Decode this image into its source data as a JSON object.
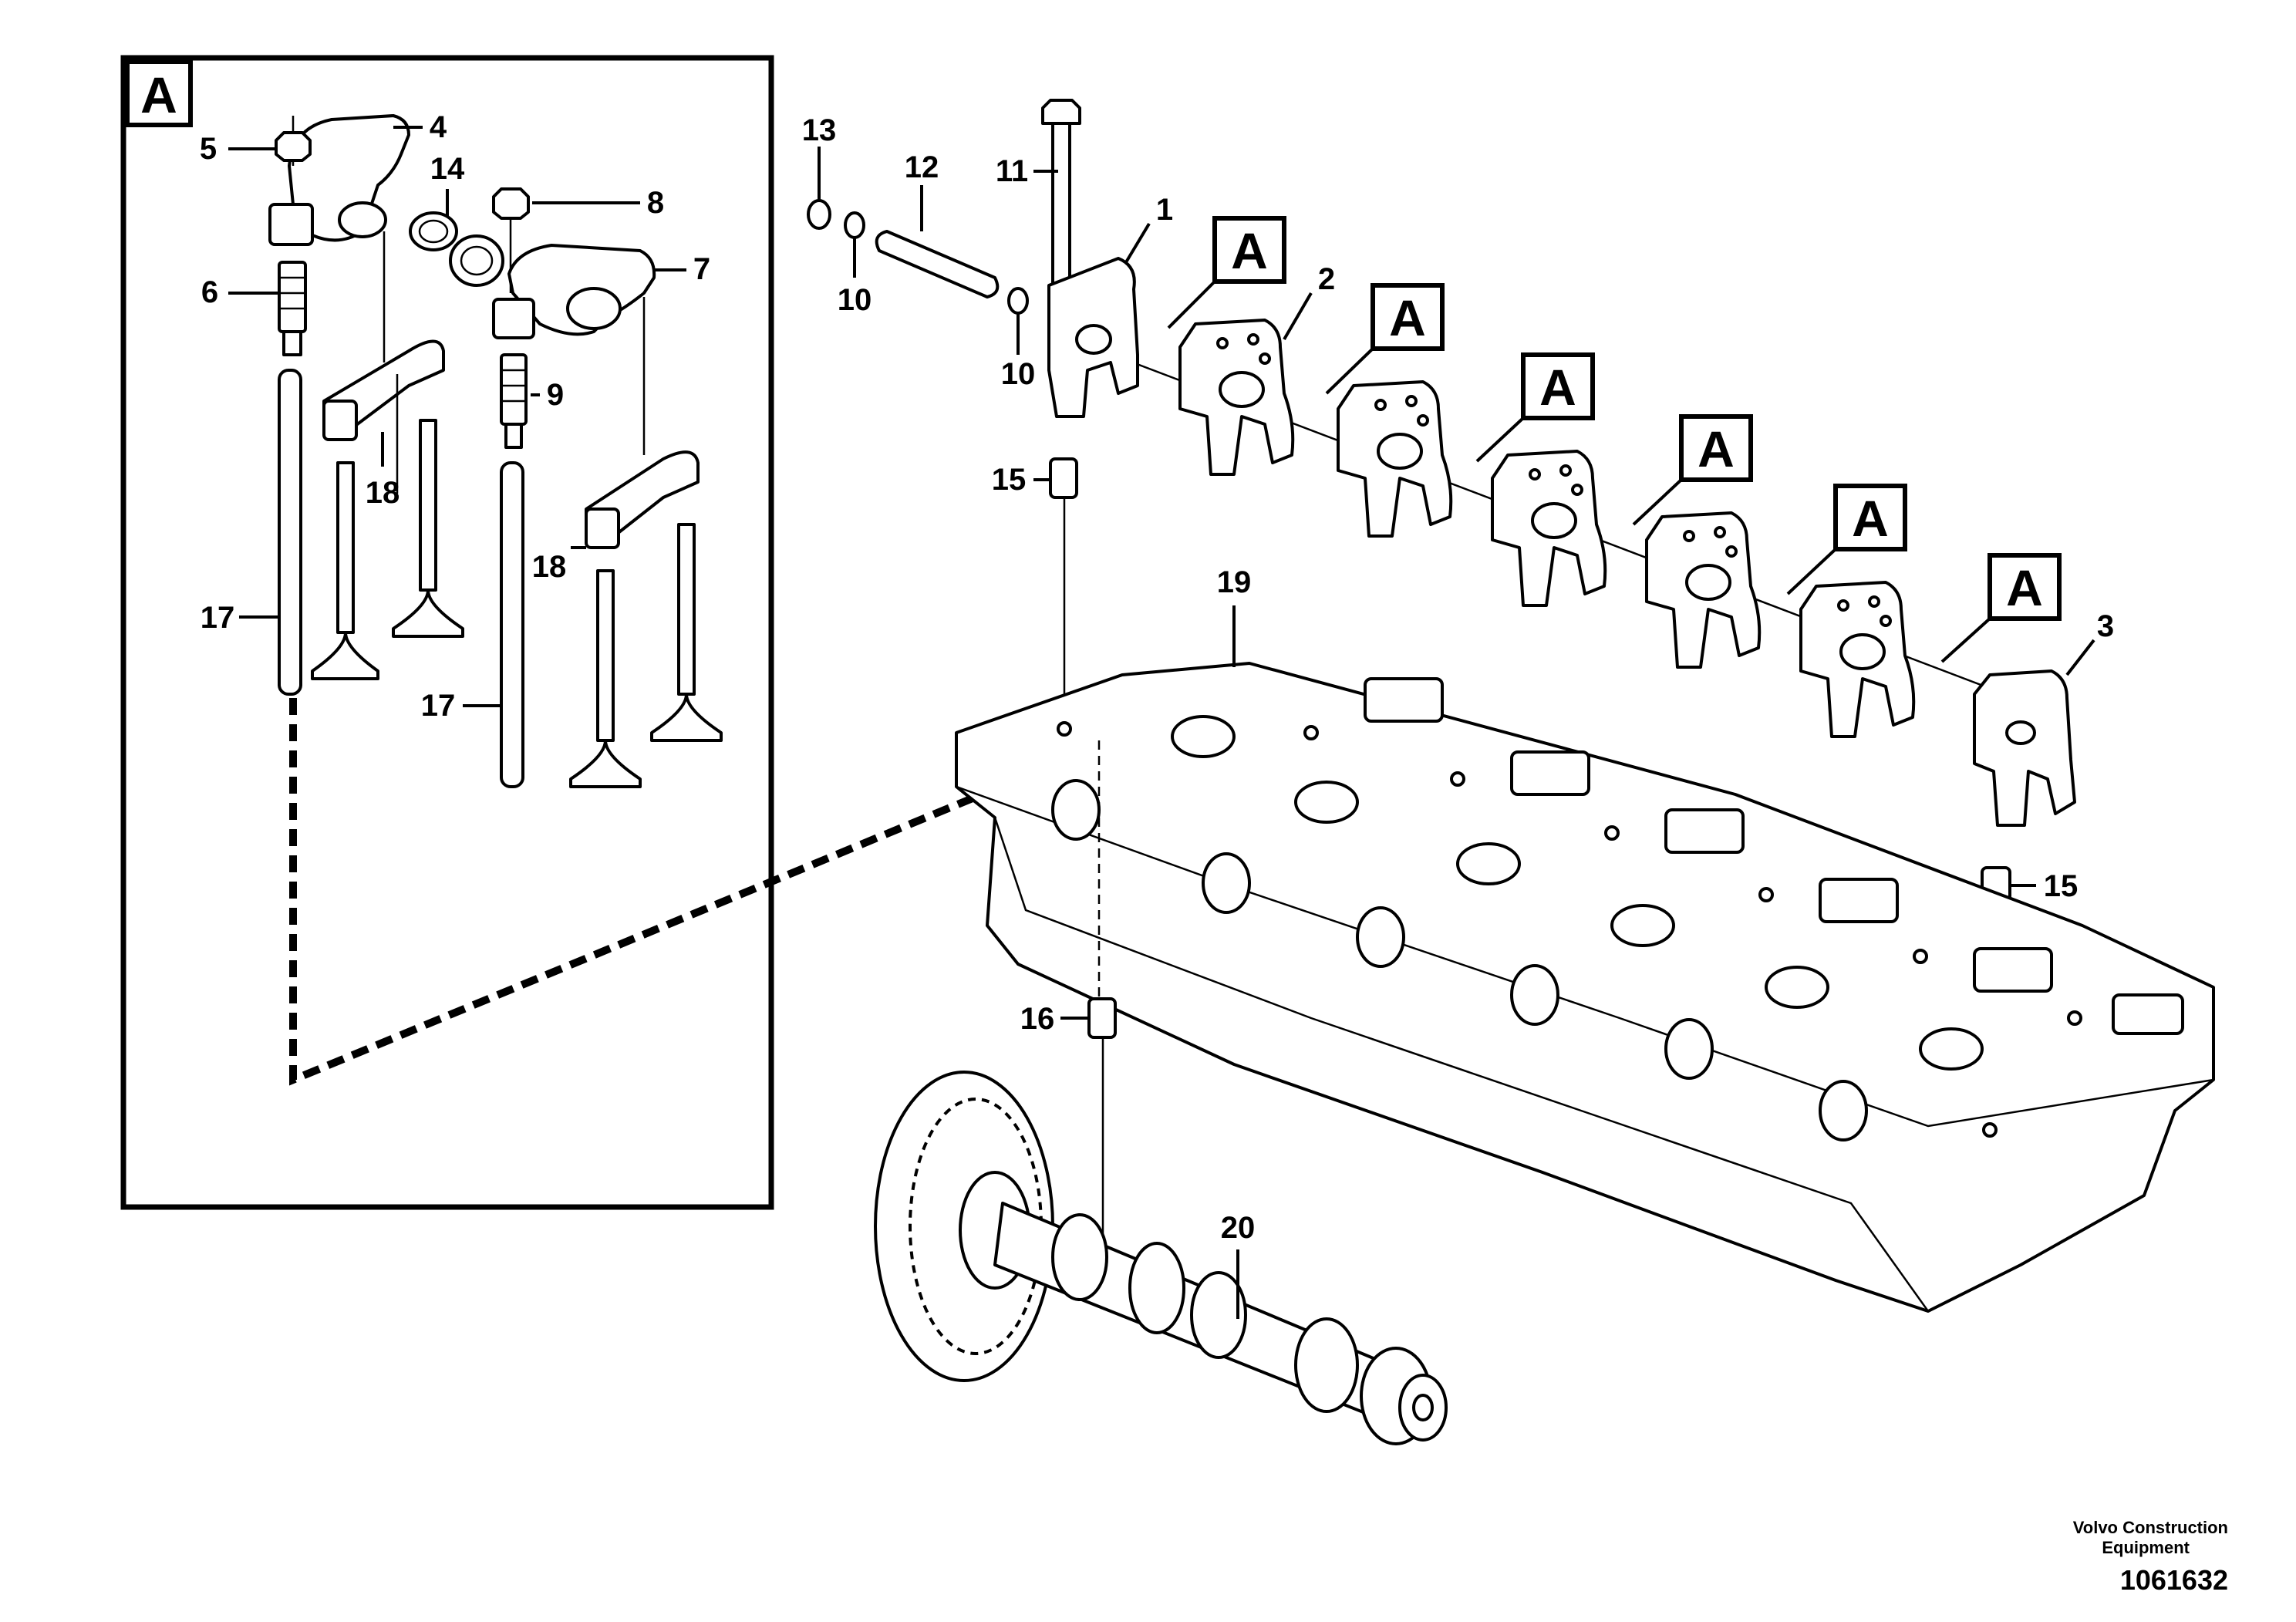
{
  "diagram": {
    "inset_flag": "A",
    "section_flags": [
      "A",
      "A",
      "A",
      "A",
      "A",
      "A"
    ],
    "callouts": {
      "c1": "1",
      "c2": "2",
      "c3": "3",
      "c4": "4",
      "c5": "5",
      "c6": "6",
      "c7": "7",
      "c8": "8",
      "c9": "9",
      "c10a": "10",
      "c10b": "10",
      "c11": "11",
      "c12": "12",
      "c13": "13",
      "c14": "14",
      "c15a": "15",
      "c15b": "15",
      "c16": "16",
      "c17a": "17",
      "c17b": "17",
      "c18a": "18",
      "c18b": "18",
      "c19": "19",
      "c20": "20"
    }
  },
  "footer": {
    "brand_line1": "Volvo Construction",
    "brand_line2": "Equipment",
    "doc_number": "1061632"
  }
}
